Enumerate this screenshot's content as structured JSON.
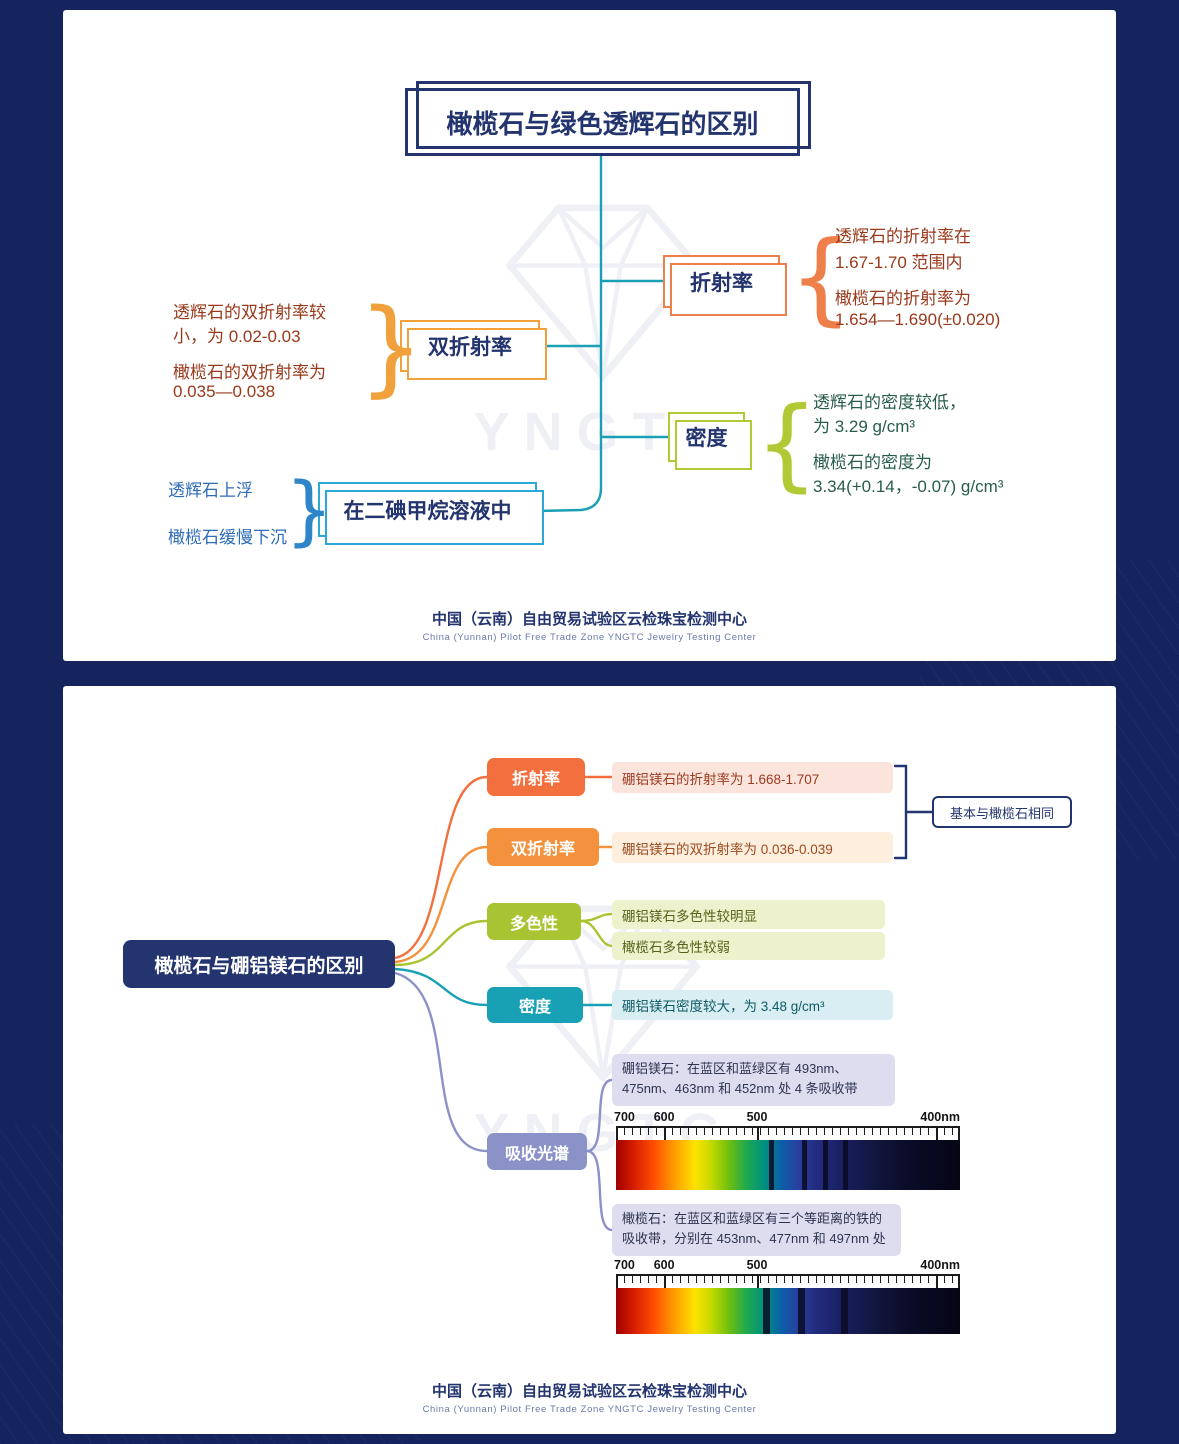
{
  "palette": {
    "background": "#16245E",
    "navy": "#23346F",
    "teal_line": "#1AA0B5",
    "orange": "#EF7F4A",
    "amber": "#F0A13C",
    "lime": "#B2C935",
    "blue": "#2BA7D8",
    "teal_fill": "#18A0B4",
    "purple": "#8A92C8",
    "note_red": "#99391B",
    "note_green": "#285C4E",
    "note_blue": "#2E6CB8"
  },
  "watermark": "YNGTC",
  "glyphs": {
    "brace_left": "{",
    "brace_right": "}"
  },
  "footer": {
    "cn": "中国（云南）自由贸易试验区云检珠宝检测中心",
    "en": "China (Yunnan) Pilot Free Trade Zone  YNGTC Jewelry Testing Center"
  },
  "card1": {
    "title": "橄榄石与绿色透辉石的区别",
    "refraction": {
      "label": "折射率",
      "notes": [
        "透辉石的折射率在",
        "1.67-1.70 范围内",
        "橄榄石的折射率为",
        "1.654—1.690(±0.020)"
      ]
    },
    "birefringence": {
      "label": "双折射率",
      "notes": [
        "透辉石的双折射率较",
        "小，为 0.02-0.03",
        "橄榄石的双折射率为",
        "0.035—0.038"
      ]
    },
    "density": {
      "label": "密度",
      "notes": [
        "透辉石的密度较低，",
        "为 3.29 g/cm³",
        "橄榄石的密度为",
        "3.34(+0.14，-0.07) g/cm³"
      ]
    },
    "solution": {
      "label": "在二碘甲烷溶液中",
      "notes": [
        "透辉石上浮",
        "橄榄石缓慢下沉"
      ]
    }
  },
  "card2": {
    "root": "橄榄石与硼铝镁石的区别",
    "refraction": {
      "label": "折射率",
      "note": "硼铝镁石的折射率为 1.668-1.707"
    },
    "birefringence": {
      "label": "双折射率",
      "note": "硼铝镁石的双折射率为 0.036-0.039"
    },
    "same_as_peridot": "基本与橄榄石相同",
    "pleochroism": {
      "label": "多色性",
      "notes": [
        "硼铝镁石多色性较明显",
        "橄榄石多色性较弱"
      ]
    },
    "density": {
      "label": "密度",
      "note": "硼铝镁石密度较大，为 3.48 g/cm³"
    },
    "spectrum": {
      "label": "吸收光谱",
      "sinhalite_note": "硼铝镁石：在蓝区和蓝绿区有 493nm、475nm、463nm 和 452nm 处 4 条吸收带",
      "peridot_note": "橄榄石：在蓝区和蓝绿区有三个等距离的铁的吸收带，分别在 453nm、477nm 和 497nm 处",
      "scale_labels": [
        "700",
        "600",
        "500",
        "400nm"
      ],
      "sinhalite_lines_nm": [
        493,
        475,
        463,
        452
      ],
      "peridot_lines_nm": [
        497,
        477,
        453
      ]
    }
  }
}
